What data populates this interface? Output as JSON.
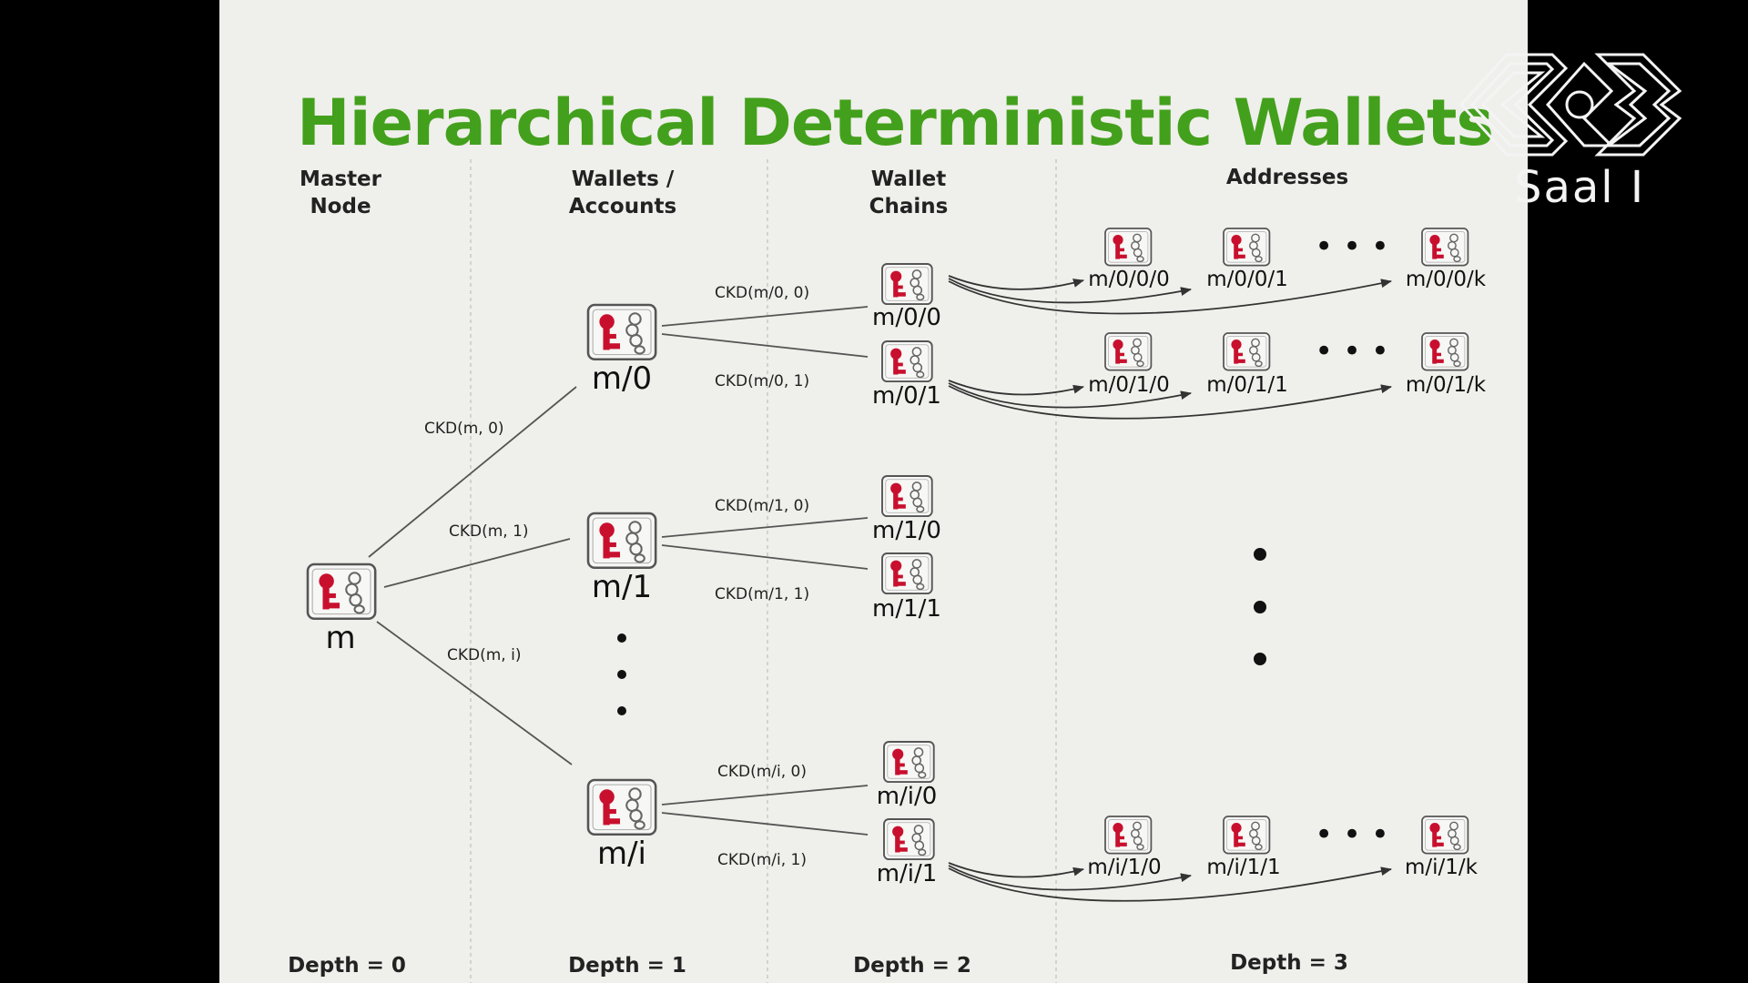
{
  "title": "Hierarchical Deterministic Wallets",
  "logo": {
    "room": "Saal I",
    "icon": "congress-logo-icon"
  },
  "colors": {
    "title": "#43a01c",
    "key": "#c8102e",
    "line": "#555555",
    "slide_bg": "#efefeb"
  },
  "columns": [
    {
      "id": "master",
      "line1": "Master",
      "line2": "Node",
      "depth": "Depth = 0"
    },
    {
      "id": "accounts",
      "line1": "Wallets /",
      "line2": "Accounts",
      "depth": "Depth = 1"
    },
    {
      "id": "chains",
      "line1": "Wallet",
      "line2": "Chains",
      "depth": "Depth = 2"
    },
    {
      "id": "addresses",
      "line1": "Addresses",
      "line2": "",
      "depth": "Depth = 3"
    }
  ],
  "nodes": {
    "master": "m",
    "accounts": [
      "m/0",
      "m/1",
      "m/i"
    ],
    "chains": [
      "m/0/0",
      "m/0/1",
      "m/1/0",
      "m/1/1",
      "m/i/0",
      "m/i/1"
    ],
    "addresses": [
      [
        "m/0/0/0",
        "m/0/0/1",
        "m/0/0/k"
      ],
      [
        "m/0/1/0",
        "m/0/1/1",
        "m/0/1/k"
      ],
      [
        "m/i/1/0",
        "m/i/1/1",
        "m/i/1/k"
      ]
    ]
  },
  "edge_labels": {
    "master_to_accounts": [
      "CKD(m, 0)",
      "CKD(m, 1)",
      "CKD(m, i)"
    ],
    "accounts_to_chains": [
      "CKD(m/0, 0)",
      "CKD(m/0, 1)",
      "CKD(m/1, 0)",
      "CKD(m/1, 1)",
      "CKD(m/i, 0)",
      "CKD(m/i, 1)"
    ]
  },
  "ellipsis": "• • •"
}
